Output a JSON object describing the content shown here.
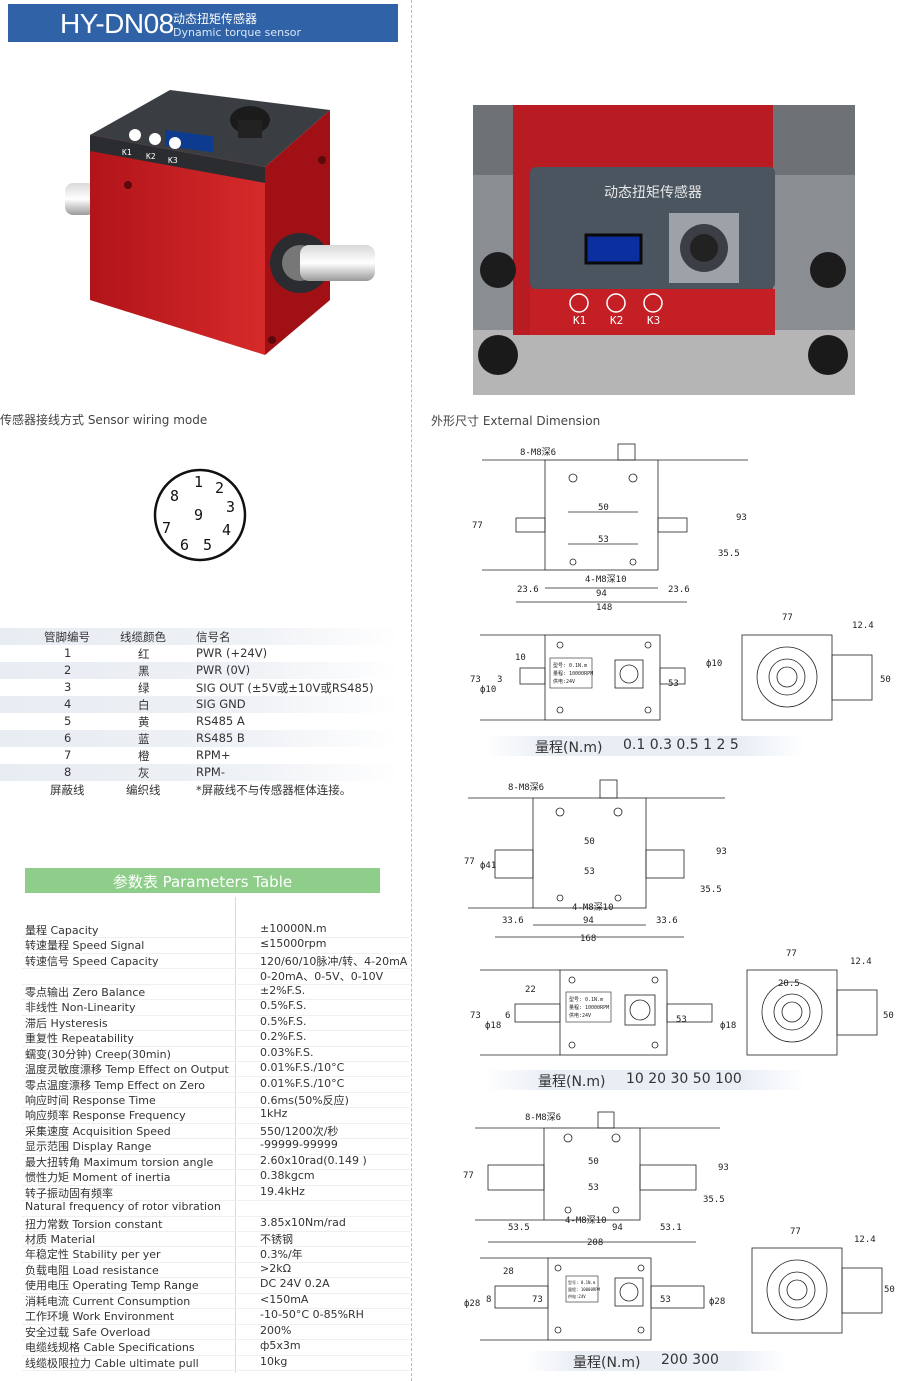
{
  "header": {
    "model": "HY-DN08",
    "title_cn": "动态扭矩传感器",
    "title_en": "Dynamic torque sensor"
  },
  "product": {
    "panel_text": "动态扭矩传感器",
    "keys": [
      "K1",
      "K2",
      "K3"
    ]
  },
  "wiring": {
    "caption": "传感器接线方式 Sensor wiring mode",
    "connector_pins": [
      "1",
      "2",
      "3",
      "4",
      "5",
      "6",
      "7",
      "8",
      "9"
    ],
    "headers": [
      "管脚编号",
      "线缆颜色",
      "信号名"
    ],
    "rows": [
      [
        "1",
        "红",
        "PWR (+24V)"
      ],
      [
        "2",
        "黑",
        "PWR (0V)"
      ],
      [
        "3",
        "绿",
        "SIG OUT (±5V或±10V或RS485)"
      ],
      [
        "4",
        "白",
        "SIG GND"
      ],
      [
        "5",
        "黄",
        "RS485 A"
      ],
      [
        "6",
        "蓝",
        "RS485 B"
      ],
      [
        "7",
        "橙",
        "RPM+"
      ],
      [
        "8",
        "灰",
        "RPM-"
      ],
      [
        "屏蔽线",
        "编织线",
        "*屏蔽线不与传感器框体连接。"
      ]
    ]
  },
  "params": {
    "title": "参数表  Parameters Table",
    "rows": [
      [
        "量程 Capacity",
        "±10000N.m"
      ],
      [
        "转速量程 Speed Signal",
        "≤15000rpm"
      ],
      [
        "转速信号 Speed Capacity",
        "120/60/10脉冲/转、4-20mA"
      ],
      [
        "",
        "0-20mA、0-5V、0-10V"
      ],
      [
        "零点输出 Zero Balance",
        "±2%F.S."
      ],
      [
        "非线性 Non-Linearity",
        "0.5%F.S."
      ],
      [
        "滞后 Hysteresis",
        "0.5%F.S."
      ],
      [
        "重复性 Repeatability",
        "0.2%F.S."
      ],
      [
        "蠕变(30分钟) Creep(30min)",
        "0.03%F.S."
      ],
      [
        "温度灵敏度漂移 Temp Effect on Output",
        "0.01%F.S./10°C"
      ],
      [
        "零点温度漂移 Temp Effect on Zero",
        "0.01%F.S./10°C"
      ],
      [
        "响应时间 Response Time",
        "0.6ms(50%反应)"
      ],
      [
        "响应频率 Response Frequency",
        "1kHz"
      ],
      [
        "采集速度 Acquisition Speed",
        "550/1200次/秒"
      ],
      [
        "显示范围 Display Range",
        "-99999-99999"
      ],
      [
        "最大扭转角 Maximum torsion angle",
        "2.60x10rad(0.149 )"
      ],
      [
        "惯性力矩 Moment of inertia",
        "0.38kgcm"
      ],
      [
        "转子振动固有频率",
        "19.4kHz"
      ],
      [
        "Natural frequency of rotor vibration",
        ""
      ],
      [
        "扭力常数 Torsion constant",
        "3.85x10Nm/rad"
      ],
      [
        "材质 Material",
        "不锈钢"
      ],
      [
        "年稳定性 Stability per yer",
        "0.3%/年"
      ],
      [
        "负载电阻 Load resistance",
        ">2kΩ"
      ],
      [
        "使用电压 Operating Temp Range",
        "DC 24V    0.2A"
      ],
      [
        "消耗电流 Current Consumption",
        "<150mA"
      ],
      [
        "工作环境 Work Environment",
        "-10-50°C    0-85%RH"
      ],
      [
        "安全过载 Safe Overload",
        "200%"
      ],
      [
        "电缆线规格 Cable Specifications",
        "ф5x3m"
      ],
      [
        "线缆极限拉力 Cable ultimate pull",
        "10kg"
      ]
    ]
  },
  "dimension": {
    "caption": "外形尺寸 External Dimension",
    "d1": {
      "holes_top": "8-M8深6",
      "holes_bot": "4-M8深10",
      "w50": "50",
      "w53": "53",
      "w94": "94",
      "w148": "148",
      "ext_l": "23.6",
      "ext_r": "23.6",
      "h77": "77",
      "h93": "93",
      "h35": "35.5",
      "s10": "10",
      "s3": "3",
      "s73": "73",
      "d10a": "ф10",
      "d10b": "ф10",
      "s53": "53",
      "e77": "77",
      "e124": "12.4",
      "e50": "50",
      "range_label": "量程(N.m)",
      "range_values": "0.1  0.3  0.5  1  2  5"
    },
    "d2": {
      "holes_top": "8-M8深6",
      "holes_bot": "4-M8深10",
      "w50": "50",
      "w53": "53",
      "w94": "94",
      "w168": "168",
      "ext_l": "33.6",
      "ext_r": "33.6",
      "h77": "77",
      "h93": "93",
      "h35": "35.5",
      "dia": "ф41",
      "s22": "22",
      "s6": "6",
      "s73": "73",
      "d18a": "ф18",
      "d18b": "ф18",
      "s53": "53",
      "e77": "77",
      "e124": "12.4",
      "e50": "50",
      "e205": "20.5",
      "range_label": "量程(N.m)",
      "range_values": "10  20  30  50  100"
    },
    "d3": {
      "holes_top": "8-M8深6",
      "holes_bot": "4-M8深10",
      "w50": "50",
      "w53": "53",
      "w94": "94",
      "w208": "208",
      "ext_l": "53.5",
      "ext_r": "53.1",
      "h77": "77",
      "h93": "93",
      "h35": "35.5",
      "s28": "28",
      "s8": "8",
      "s73": "73",
      "d28a": "ф28",
      "d28b": "ф28",
      "s53": "53",
      "e77": "77",
      "e124": "12.4",
      "e50": "50",
      "range_label": "量程(N.m)",
      "range_values": "200  300"
    },
    "label_lines": [
      "型号: 0.1N.m",
      "量程: 10000RPM",
      "供电:24V"
    ]
  }
}
